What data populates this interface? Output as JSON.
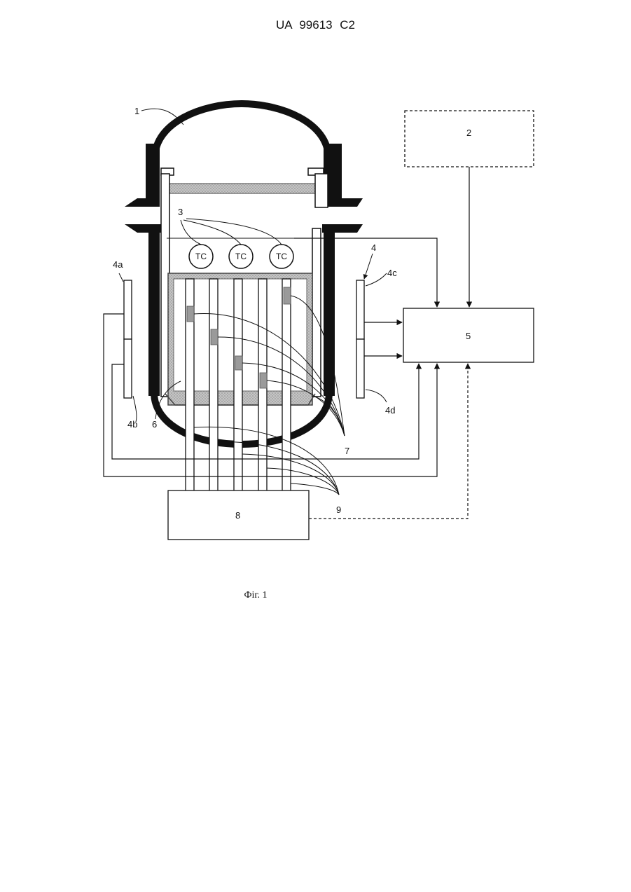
{
  "header": {
    "doc_number": "UA  99613  C2"
  },
  "caption": "Фіг. 1",
  "labels": {
    "l1": "1",
    "l2": "2",
    "l3": "3",
    "l4": "4",
    "l4a": "4a",
    "l4b": "4b",
    "l4c": "4c",
    "l4d": "4d",
    "l5": "5",
    "l6": "6",
    "l7": "7",
    "l8": "8",
    "l9": "9"
  },
  "sensors": [
    "TC",
    "TC",
    "TC"
  ]
}
